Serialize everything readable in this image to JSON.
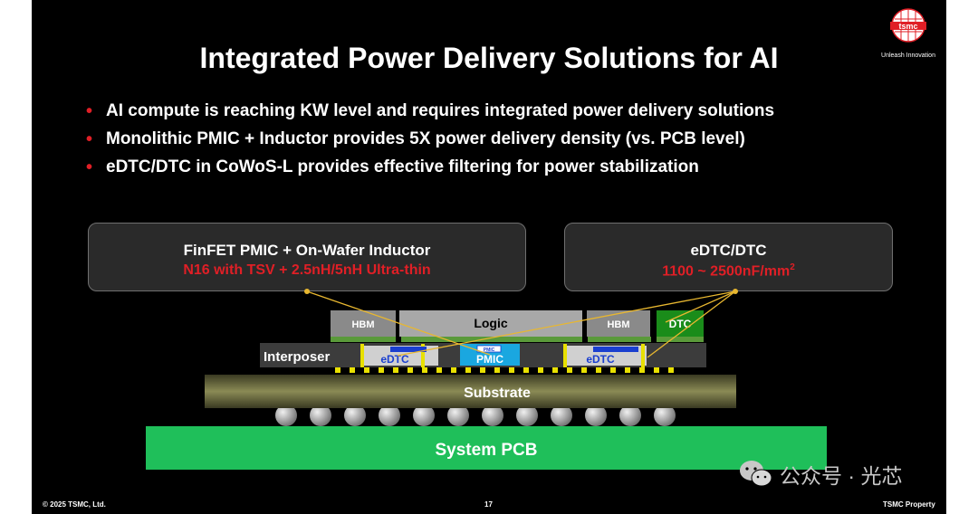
{
  "slide": {
    "title": "Integrated Power Delivery Solutions for AI",
    "bullets": [
      "AI compute is reaching KW level and requires integrated power delivery solutions",
      "Monolithic PMIC + Inductor provides 5X power delivery density (vs. PCB level)",
      "eDTC/DTC in CoWoS-L provides effective filtering for power stabilization"
    ],
    "bullet_marker": "•",
    "accent_color": "#e01f26"
  },
  "logo": {
    "name": "tsmc",
    "tagline": "Unleash Innovation"
  },
  "callouts": {
    "left": {
      "line1": "FinFET PMIC + On-Wafer Inductor",
      "line2": "N16 with TSV + 2.5nH/5nH Ultra-thin"
    },
    "right": {
      "line1": "eDTC/DTC",
      "line2": "1100 ~ 2500nF/mm",
      "superscript": "2"
    }
  },
  "diagram": {
    "hbm_left": "HBM",
    "logic": "Logic",
    "hbm_right": "HBM",
    "dtc": "DTC",
    "interposer": "Interposer",
    "edtc_left": "eDTC",
    "pmic_small": "PMIC",
    "pmic": "PMIC",
    "edtc_right": "eDTC",
    "substrate": "Substrate",
    "pcb": "System PCB",
    "colors": {
      "pcb": "#1fbf5a",
      "dtc": "#1a8c1a",
      "pmic": "#1aa7e0",
      "edtc": "#1a3fcf",
      "leader": "#e8b730"
    }
  },
  "footer": {
    "copyright": "© 2025 TSMC, Ltd.",
    "page": "17",
    "property": "TSMC Property"
  },
  "watermark": {
    "text": "公众号 · 光芯"
  }
}
